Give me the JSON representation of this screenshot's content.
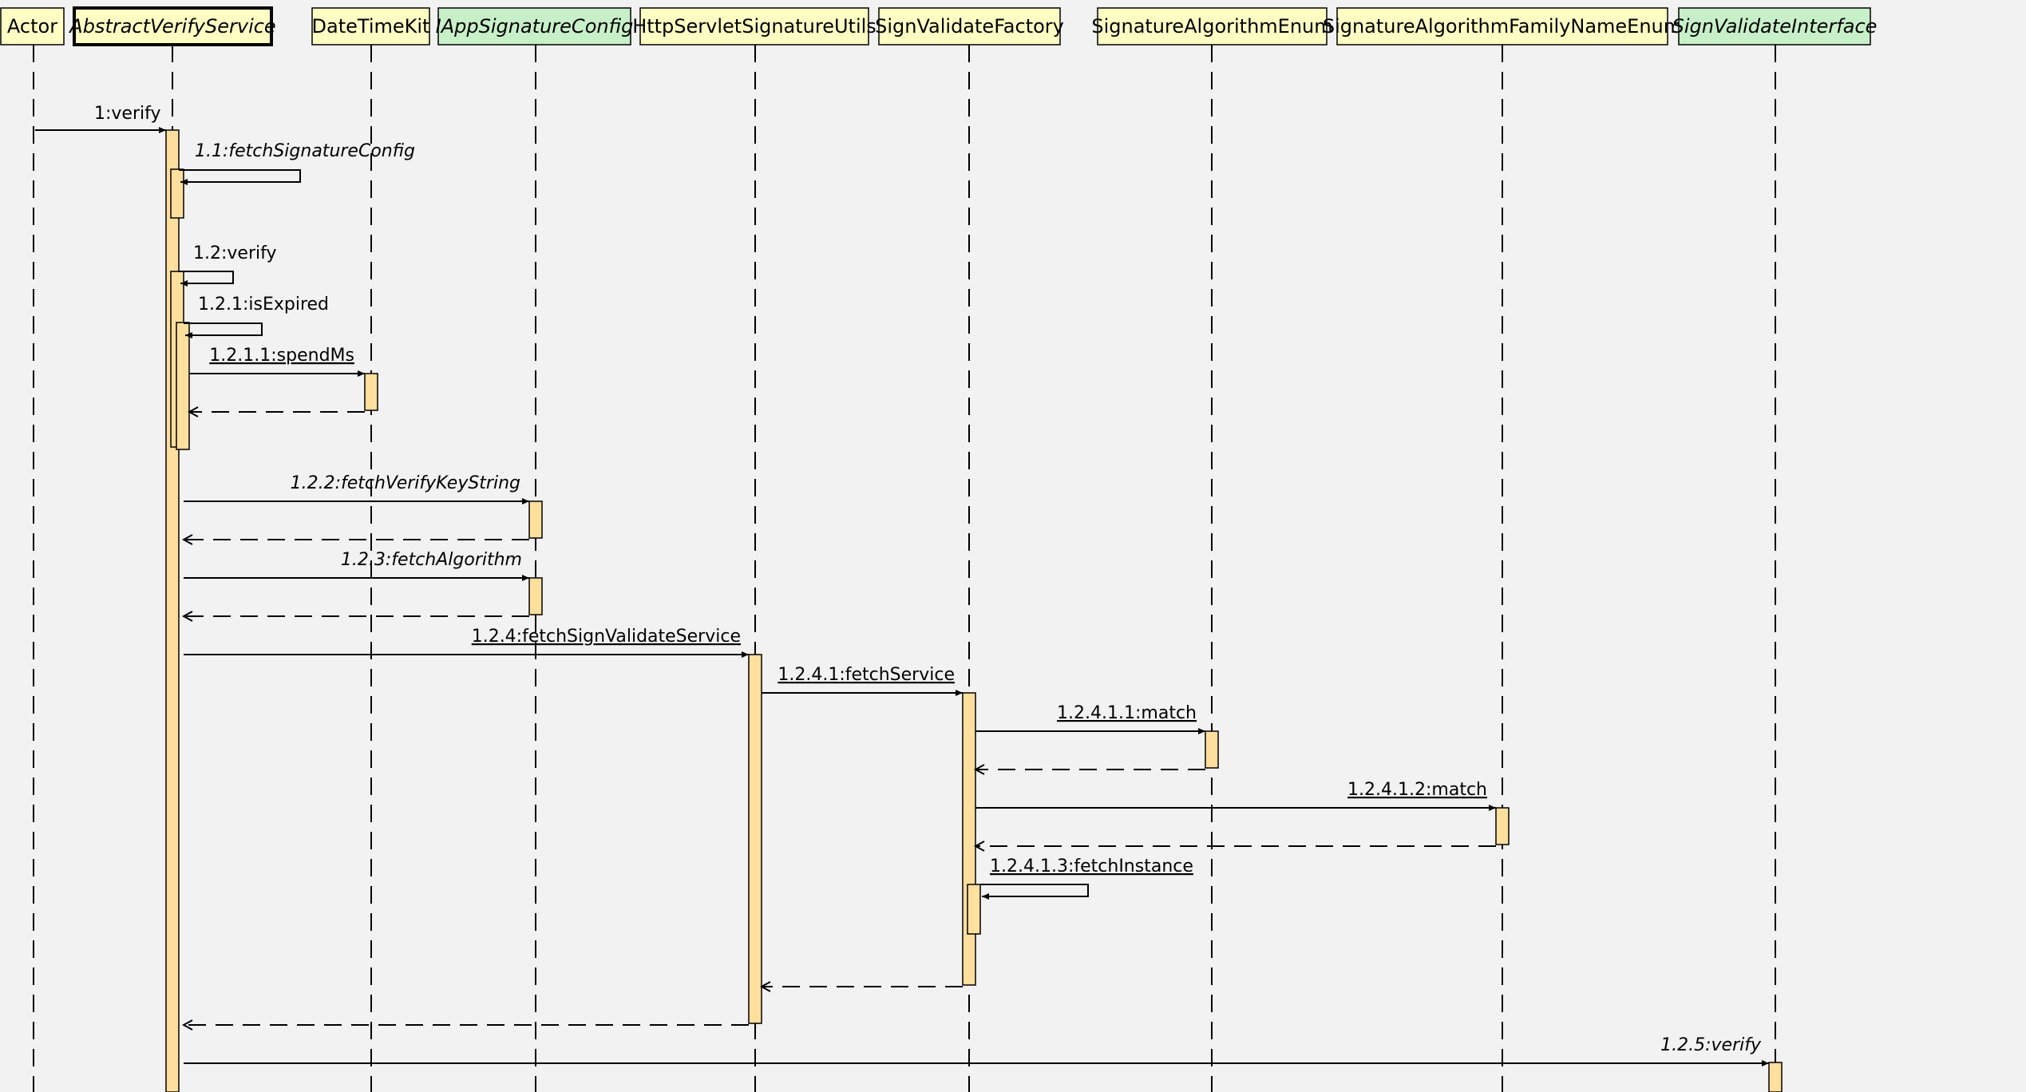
{
  "colors": {
    "background": "#f2f2f2",
    "class_header": "#ffffc4",
    "interface_header": "#c8f0c8",
    "activation": "#ffdf9e",
    "line": "#000000"
  },
  "participants": [
    {
      "name": "Actor",
      "kind": "actor",
      "italic": false,
      "selected": false
    },
    {
      "name": "AbstractVerifyService",
      "kind": "class",
      "italic": true,
      "selected": true
    },
    {
      "name": "DateTimeKit",
      "kind": "class",
      "italic": false,
      "selected": false
    },
    {
      "name": "IAppSignatureConfig",
      "kind": "interface",
      "italic": true,
      "selected": false
    },
    {
      "name": "HttpServletSignatureUtils",
      "kind": "class",
      "italic": false,
      "selected": false
    },
    {
      "name": "SignValidateFactory",
      "kind": "class",
      "italic": false,
      "selected": false
    },
    {
      "name": "SignatureAlgorithmEnum",
      "kind": "class",
      "italic": false,
      "selected": false
    },
    {
      "name": "SignatureAlgorithmFamilyNameEnum",
      "kind": "class",
      "italic": false,
      "selected": false
    },
    {
      "name": "SignValidateInterface",
      "kind": "interface",
      "italic": true,
      "selected": false
    }
  ],
  "messages": [
    {
      "label": "1:verify",
      "italic": false,
      "underline": false
    },
    {
      "label": "1.1:fetchSignatureConfig",
      "italic": true,
      "underline": false
    },
    {
      "label": "1.2:verify",
      "italic": false,
      "underline": false
    },
    {
      "label": "1.2.1:isExpired",
      "italic": false,
      "underline": false
    },
    {
      "label": "1.2.1.1:spendMs",
      "italic": false,
      "underline": true
    },
    {
      "label": "1.2.2:fetchVerifyKeyString",
      "italic": true,
      "underline": false
    },
    {
      "label": "1.2.3:fetchAlgorithm",
      "italic": true,
      "underline": false
    },
    {
      "label": "1.2.4:fetchSignValidateService",
      "italic": false,
      "underline": true
    },
    {
      "label": "1.2.4.1:fetchService",
      "italic": false,
      "underline": true
    },
    {
      "label": "1.2.4.1.1:match",
      "italic": false,
      "underline": true
    },
    {
      "label": "1.2.4.1.2:match",
      "italic": false,
      "underline": true
    },
    {
      "label": "1.2.4.1.3:fetchInstance",
      "italic": false,
      "underline": true
    },
    {
      "label": "1.2.5:verify",
      "italic": true,
      "underline": false
    }
  ]
}
